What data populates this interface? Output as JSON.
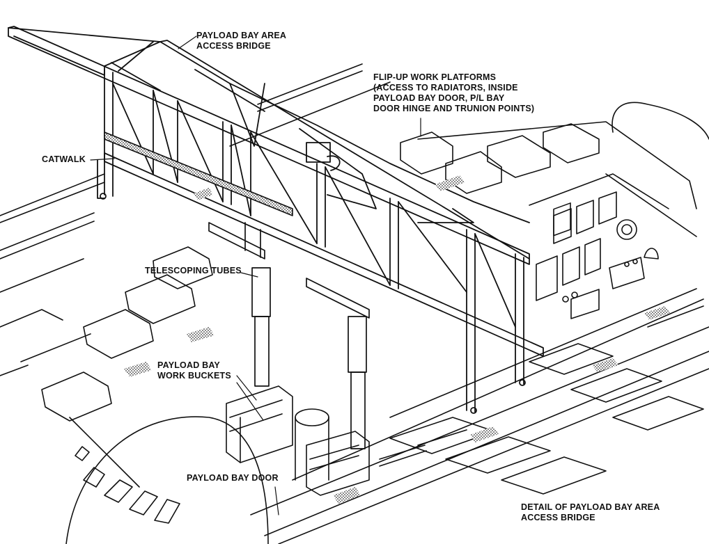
{
  "labels": {
    "access_bridge": {
      "line1": "PAYLOAD BAY AREA",
      "line2": "ACCESS BRIDGE"
    },
    "flip_up": {
      "line1": "FLIP-UP WORK PLATFORMS",
      "line2": "(ACCESS TO RADIATORS, INSIDE",
      "line3": "PAYLOAD BAY DOOR, P/L BAY",
      "line4": "DOOR HINGE AND TRUNION POINTS)"
    },
    "catwalk": "CATWALK",
    "telescoping_tubes": "TELESCOPING TUBES",
    "work_buckets": {
      "line1": "PAYLOAD BAY",
      "line2": "WORK BUCKETS"
    },
    "payload_bay_door": "PAYLOAD BAY DOOR",
    "caption": {
      "line1": "DETAIL OF PAYLOAD BAY AREA",
      "line2": "ACCESS BRIDGE"
    }
  }
}
